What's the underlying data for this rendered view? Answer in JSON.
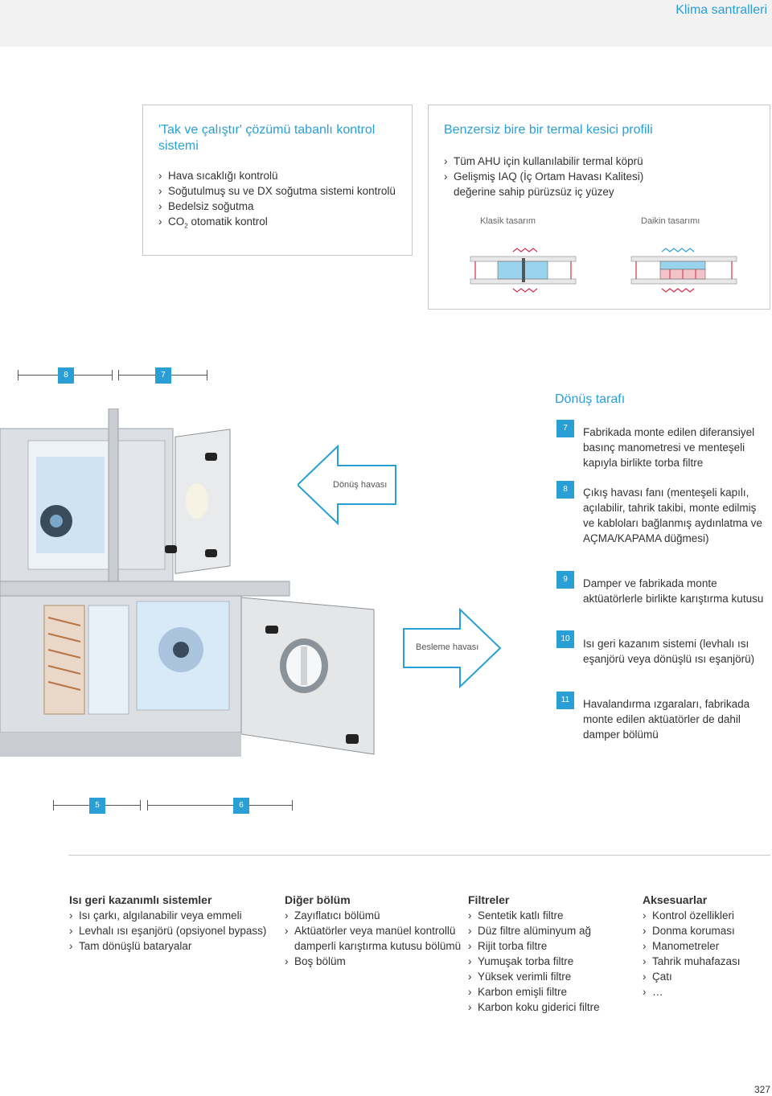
{
  "header": {
    "title": "Klima santralleri"
  },
  "control_box": {
    "title": "'Tak ve çalıştır' çözümü tabanlı kontrol sistemi",
    "items": [
      "Hava sıcaklığı kontrolü",
      "Soğutulmuş su ve DX soğutma sistemi kontrolü",
      "Bedelsiz soğutma"
    ],
    "co2_prefix": "CO",
    "co2_sub": "2",
    "co2_suffix": "otomatik kontrol"
  },
  "thermal_box": {
    "title": "Benzersiz bire bir termal kesici profili",
    "items": [
      "Tüm AHU için kullanılabilir termal köprü",
      "Gelişmiş IAQ (İç Ortam Havası Kalitesi) değerine sahip pürüzsüz iç yüzey"
    ],
    "caption_classic": "Klasik tasarım",
    "caption_daikin": "Daikin tasarımı"
  },
  "top_markers": [
    "8",
    "7"
  ],
  "bottom_markers": [
    "5",
    "6"
  ],
  "return_side": {
    "title": "Dönüş tarafı"
  },
  "arrows": {
    "return_air": "Dönüş havası",
    "supply_air": "Besleme havası"
  },
  "legend": [
    {
      "num": "7",
      "text": "Fabrikada monte edilen diferansiyel basınç manometresi ve menteşeli kapıyla birlikte torba filtre"
    },
    {
      "num": "8",
      "text": "Çıkış havası fanı (menteşeli kapılı, açılabilir, tahrik takibi, monte edilmiş ve kabloları bağlanmış aydınlatma ve AÇMA/KAPAMA düğmesi)"
    },
    {
      "num": "9",
      "text": "Damper ve fabrikada monte aktüatörlerle birlikte karıştırma kutusu"
    },
    {
      "num": "10",
      "text": "Isı geri kazanım sistemi (levhalı ısı eşanjörü veya dönüşlü ısı eşanjörü)"
    },
    {
      "num": "11",
      "text": "Havalandırma ızgaraları, fabrikada monte edilen aktüatörler de dahil damper bölümü"
    }
  ],
  "bottom_sections": [
    {
      "title": "Isı geri kazanımlı sistemler",
      "items": [
        "Isı çarkı, algılanabilir veya emmeli",
        "Levhalı ısı eşanjörü (opsiyonel bypass)",
        "Tam dönüşlü bataryalar"
      ]
    },
    {
      "title": "Diğer bölüm",
      "items": [
        "Zayıflatıcı bölümü",
        "Aktüatörler veya manüel kontrollü damperli karıştırma kutusu bölümü",
        "Boş bölüm"
      ]
    },
    {
      "title": "Filtreler",
      "items": [
        "Sentetik katlı filtre",
        "Düz filtre alüminyum ağ",
        "Rijit torba filtre",
        "Yumuşak torba filtre",
        "Yüksek verimli filtre",
        "Karbon emişli filtre",
        "Karbon koku giderici filtre"
      ]
    },
    {
      "title": "Aksesuarlar",
      "items": [
        "Kontrol özellikleri",
        "Donma koruması",
        "Manometreler",
        "Tahrik muhafazası",
        "Çatı",
        "…"
      ]
    }
  ],
  "page_number": "327",
  "colors": {
    "accent": "#2a9fd6",
    "header_bg": "#f2f2f2"
  }
}
